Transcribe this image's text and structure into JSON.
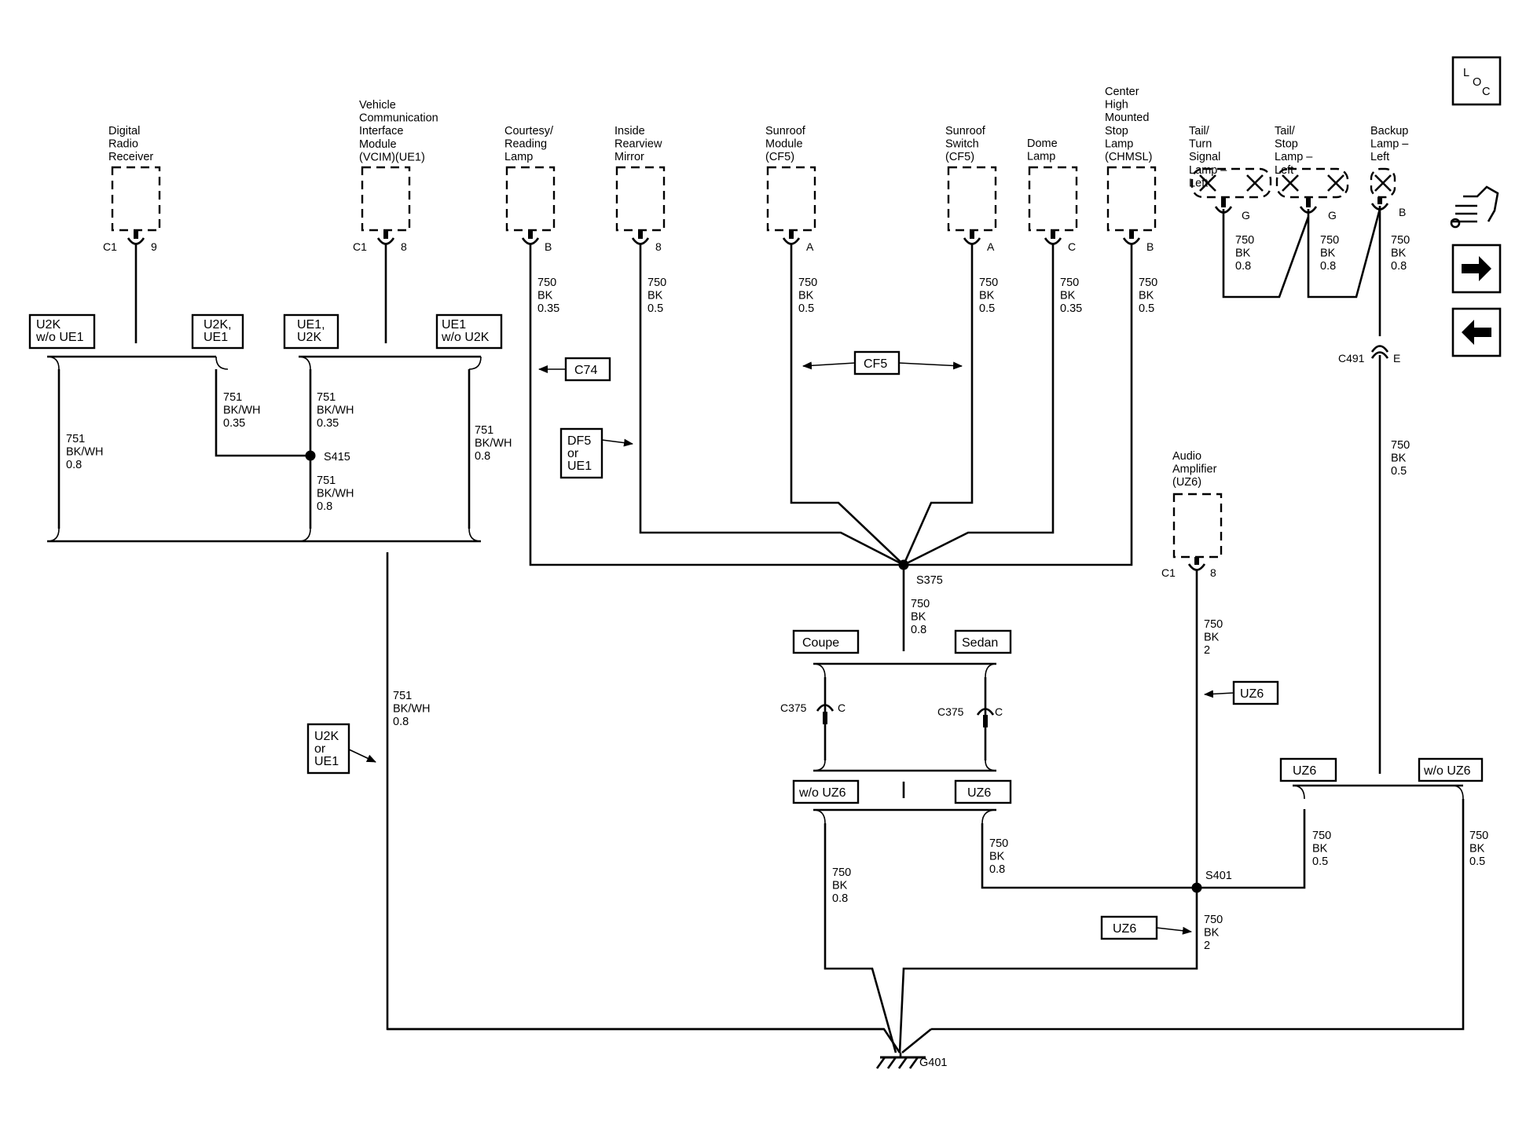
{
  "loc_icon": "LOC",
  "side_icons": [
    "wrench-car-icon",
    "arrow-right-icon",
    "arrow-left-icon"
  ],
  "components": {
    "drr": [
      "Digital",
      "Radio",
      "Receiver"
    ],
    "vcim": [
      "Vehicle",
      "Communication",
      "Interface",
      "Module",
      "(VCIM)(UE1)"
    ],
    "crl": [
      "Courtesy/",
      "Reading",
      "Lamp"
    ],
    "irm": [
      "Inside",
      "Rearview",
      "Mirror"
    ],
    "srm": [
      "Sunroof",
      "Module",
      "(CF5)"
    ],
    "srs": [
      "Sunroof",
      "Switch",
      "(CF5)"
    ],
    "dome": [
      "Dome",
      "Lamp"
    ],
    "chmsl": [
      "Center",
      "High",
      "Mounted",
      "Stop",
      "Lamp",
      "(CHMSL)"
    ],
    "tts": [
      "Tail/",
      "Turn",
      "Signal",
      "Lamp –",
      "Left"
    ],
    "tsl": [
      "Tail/",
      "Stop",
      "Lamp –",
      "Left"
    ],
    "bkl": [
      "Backup",
      "Lamp –",
      "Left"
    ],
    "amp": [
      "Audio",
      "Amplifier",
      "(UZ6)"
    ]
  },
  "connectors": {
    "drr_c": "C1",
    "drr_p": "9",
    "vcim_c": "C1",
    "vcim_p": "8",
    "crl_p": "B",
    "irm_p": "8",
    "srm_p": "A",
    "srs_p": "A",
    "dome_p": "C",
    "chmsl_p": "B",
    "tts_p": "G",
    "tsl_p": "G",
    "bkl_p": "B",
    "amp_c": "C1",
    "amp_p": "8",
    "c491": "C491",
    "c491_p": "E",
    "c375a": "C375",
    "c375a_p": "C",
    "c375b": "C375",
    "c375b_p": "C"
  },
  "splices": {
    "s415": "S415",
    "s375": "S375",
    "s401": "S401"
  },
  "ground": "G401",
  "wires": {
    "w_s415_in": [
      "751",
      "BK/WH",
      "0.35"
    ],
    "w_s415_up": [
      "751",
      "BK/WH",
      "0.35"
    ],
    "w_s415_dn": [
      "751",
      "BK/WH",
      "0.8"
    ],
    "w_left": [
      "751",
      "BK/WH",
      "0.8"
    ],
    "w_right": [
      "751",
      "BK/WH",
      "0.8"
    ],
    "w_main751": [
      "751",
      "BK/WH",
      "0.8"
    ],
    "w_crl": [
      "750",
      "BK",
      "0.35"
    ],
    "w_irm": [
      "750",
      "BK",
      "0.5"
    ],
    "w_srm": [
      "750",
      "BK",
      "0.5"
    ],
    "w_srs": [
      "750",
      "BK",
      "0.5"
    ],
    "w_dome": [
      "750",
      "BK",
      "0.35"
    ],
    "w_chmsl": [
      "750",
      "BK",
      "0.5"
    ],
    "w_tts": [
      "750",
      "BK",
      "0.8"
    ],
    "w_tsl": [
      "750",
      "BK",
      "0.8"
    ],
    "w_bkl": [
      "750",
      "BK",
      "0.8"
    ],
    "w_c491": [
      "750",
      "BK",
      "0.5"
    ],
    "w_s375": [
      "750",
      "BK",
      "0.8"
    ],
    "w_amp": [
      "750",
      "BK",
      "2"
    ],
    "w_uz6l": [
      "750",
      "BK",
      "0.8"
    ],
    "w_wouz6l": [
      "750",
      "BK",
      "0.8"
    ],
    "w_uz6r": [
      "750",
      "BK",
      "0.5"
    ],
    "w_wouz6r": [
      "750",
      "BK",
      "0.5"
    ],
    "w_s401dn": [
      "750",
      "BK",
      "2"
    ]
  },
  "options": {
    "u2k_wo_ue1": [
      "U2K",
      "w/o UE1"
    ],
    "u2k_ue1": [
      "U2K,",
      "UE1"
    ],
    "ue1_u2k": [
      "UE1,",
      "U2K"
    ],
    "ue1_wo_u2k": [
      "UE1",
      "w/o U2K"
    ],
    "c74": "C74",
    "cf5": "CF5",
    "df5_or_ue1": [
      "DF5",
      "or",
      "UE1"
    ],
    "u2k_or_ue1": [
      "U2K",
      "or",
      "UE1"
    ],
    "coupe": "Coupe",
    "sedan": "Sedan",
    "wo_uz6_a": "w/o UZ6",
    "uz6_a": "UZ6",
    "uz6_b": "UZ6",
    "uz6_c": "UZ6",
    "uz6_d": "UZ6",
    "wo_uz6_b": "w/o UZ6"
  }
}
